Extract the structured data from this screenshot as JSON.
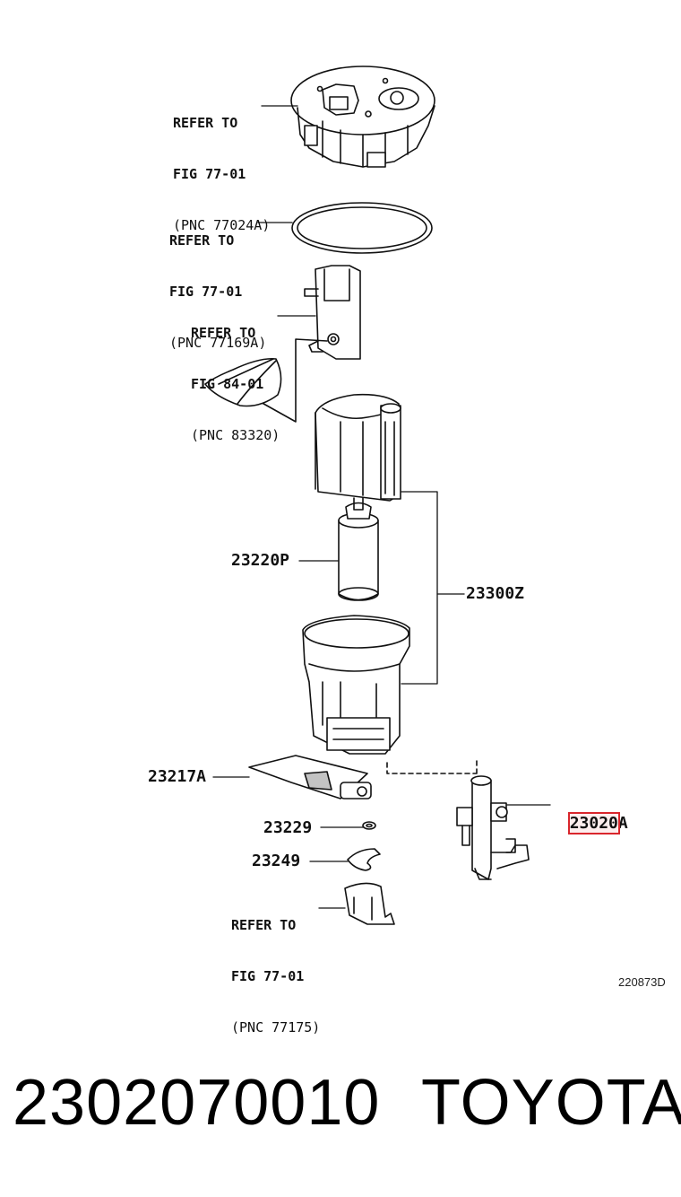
{
  "refs": [
    {
      "line1": "REFER TO",
      "line2": "FIG 77-01",
      "line3": "(PNC 77024A)"
    },
    {
      "line1": "REFER TO",
      "line2": "FIG 77-01",
      "line3": "(PNC 77169A)"
    },
    {
      "line1": "REFER TO",
      "line2": "FIG 84-01",
      "line3": "(PNC 83320)"
    },
    {
      "line1": "REFER TO",
      "line2": "FIG 77-01",
      "line3": "(PNC 77175)"
    }
  ],
  "parts": {
    "p23220P": "23220P",
    "p23300Z": "23300Z",
    "p23217A": "23217A",
    "p23229": "23229",
    "p23249": "23249",
    "p23020A": "23020A"
  },
  "highlight_color": "#d9262c",
  "diagram_code": "220873D",
  "footer": {
    "part_number": "2302070010",
    "brand": "TOYOTA"
  }
}
